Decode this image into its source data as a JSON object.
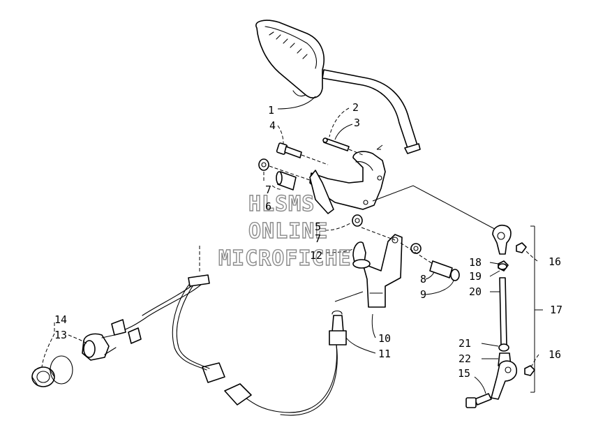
{
  "watermark": [
    "HLSMS",
    "ONLINE",
    "MICROFICHE"
  ],
  "callouts": [
    "1",
    "2",
    "3",
    "4",
    "5",
    "6",
    "7",
    "7",
    "8",
    "9",
    "10",
    "11",
    "12",
    "13",
    "14",
    "15",
    "16",
    "16",
    "17",
    "18",
    "19",
    "20",
    "21",
    "22"
  ]
}
